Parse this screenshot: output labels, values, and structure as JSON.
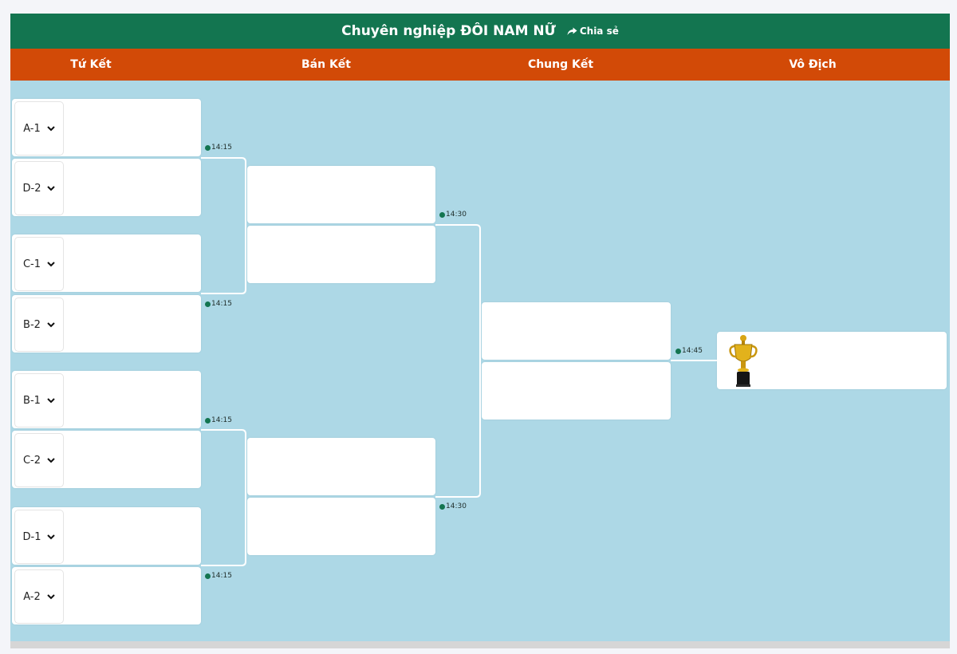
{
  "header": {
    "title": "Chuyên nghiệp ĐÔI NAM NỮ",
    "share_label": "Chia sẻ",
    "share_icon": "share-icon"
  },
  "rounds": [
    "Tứ Kết",
    "Bán Kết",
    "Chung Kết",
    "Vô Địch"
  ],
  "quarterfinals": [
    "A-1",
    "D-2",
    "C-1",
    "B-2",
    "B-1",
    "C-2",
    "D-1",
    "A-2"
  ],
  "match_times": {
    "qf1": "14:15",
    "qf2": "14:15",
    "qf3": "14:15",
    "qf4": "14:15",
    "sf1": "14:30",
    "sf2": "14:30",
    "final": "14:45"
  },
  "colors": {
    "header": "#137550",
    "round_bar": "#d24a07",
    "bracket_background": "#add8e6",
    "connector": "#ffffff"
  },
  "champion_icon": "trophy-icon"
}
